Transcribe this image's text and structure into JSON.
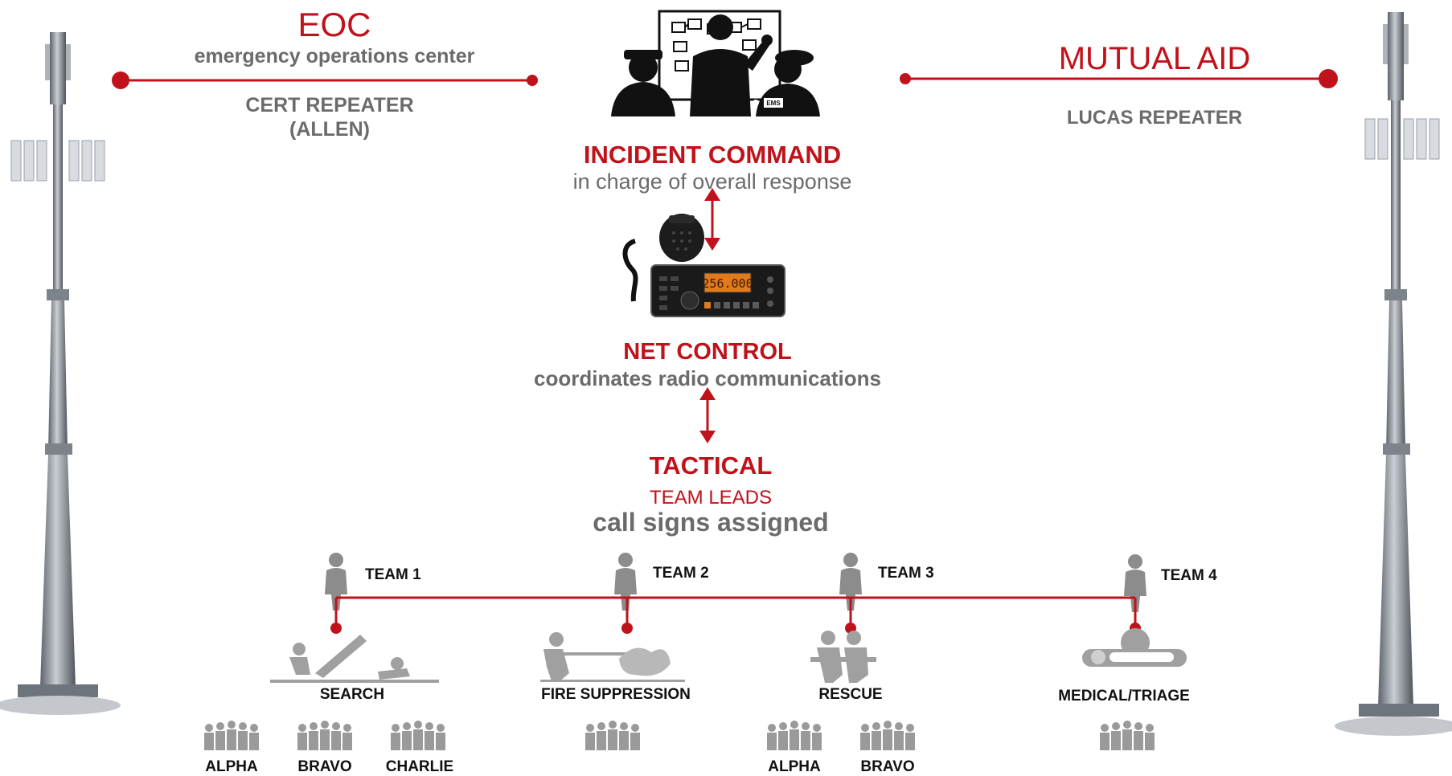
{
  "eoc": {
    "title": "EOC",
    "subtitle": "emergency operations center",
    "repeater": "CERT REPEATER",
    "repeater_sub": "(ALLEN)"
  },
  "mutual_aid": {
    "title": "MUTUAL AID",
    "repeater": "LUCAS REPEATER"
  },
  "incident_command": {
    "title": "INCIDENT COMMAND",
    "subtitle": "in charge of overall response",
    "vest_label": "EMS"
  },
  "radio": {
    "display": "256.000"
  },
  "net_control": {
    "title": "NET CONTROL",
    "subtitle": "coordinates radio communications"
  },
  "tactical": {
    "title": "TACTICAL",
    "line1": "TEAM LEADS",
    "line2": "call signs assigned"
  },
  "teams": [
    {
      "label": "TEAM 1",
      "operation": "SEARCH",
      "units": [
        "ALPHA",
        "BRAVO",
        "CHARLIE"
      ]
    },
    {
      "label": "TEAM 2",
      "operation": "FIRE SUPPRESSION",
      "units": [
        ""
      ]
    },
    {
      "label": "TEAM 3",
      "operation": "RESCUE",
      "units": [
        "ALPHA",
        "BRAVO"
      ]
    },
    {
      "label": "TEAM 4",
      "operation": "MEDICAL/TRIAGE",
      "units": [
        ""
      ]
    }
  ],
  "colors": {
    "accent": "#c0121b",
    "grey_text": "#6b6b6b",
    "icon_grey": "#9a9a9a",
    "tower": "#8a8f96"
  }
}
